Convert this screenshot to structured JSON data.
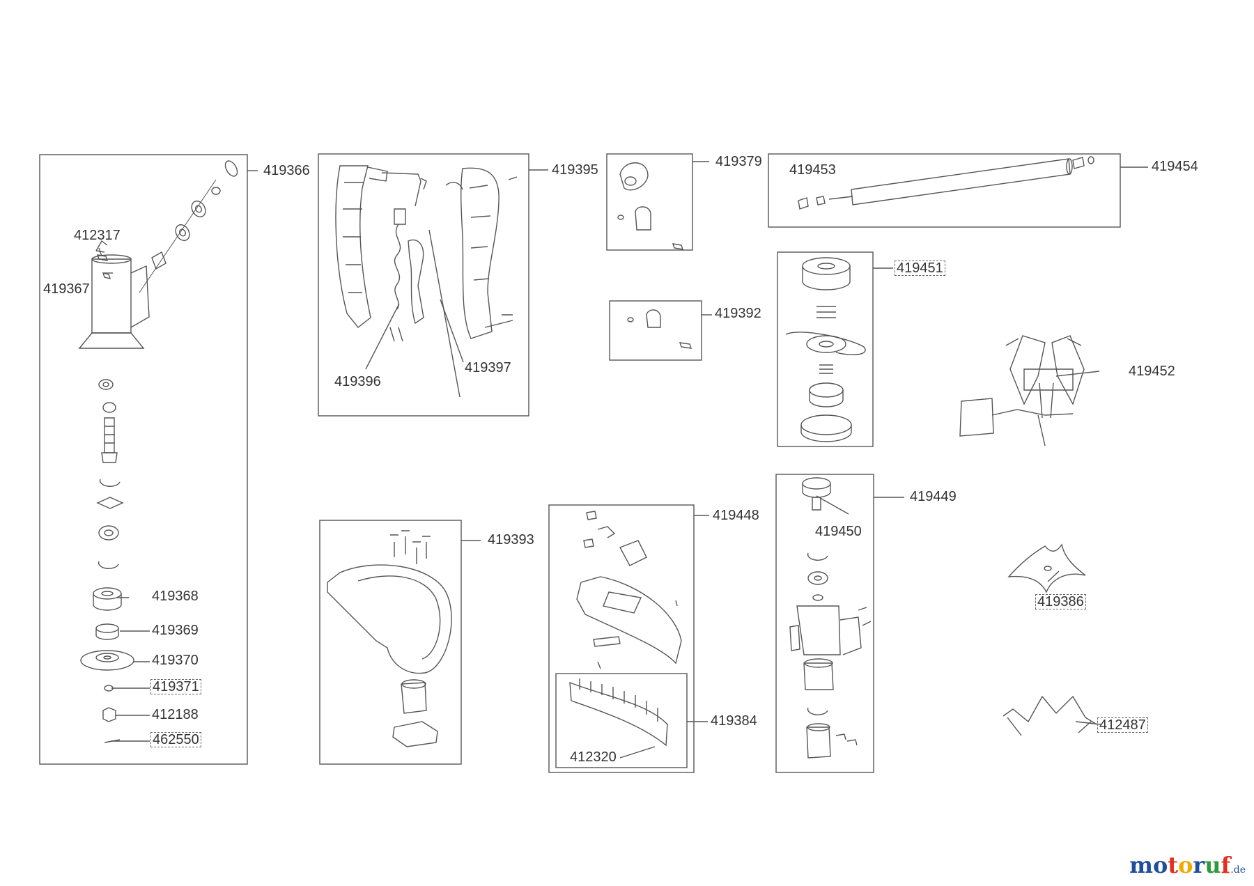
{
  "labels": {
    "l419366": "419366",
    "l412317": "412317",
    "l419367": "419367",
    "l419368": "419368",
    "l419369": "419369",
    "l419370": "419370",
    "l419371": "419371",
    "l412188": "412188",
    "l462550": "462550",
    "l419395": "419395",
    "l419396": "419396",
    "l419397": "419397",
    "l419379": "419379",
    "l419392": "419392",
    "l419453": "419453",
    "l419454": "419454",
    "l419451": "419451",
    "l419452": "419452",
    "l419393": "419393",
    "l419448": "419448",
    "l419384": "419384",
    "l412320": "412320",
    "l419449": "419449",
    "l419450": "419450",
    "l419386": "419386",
    "l412487": "412487"
  },
  "brand": {
    "letters": [
      "m",
      "o",
      "t",
      "o",
      "r",
      "u",
      "f"
    ],
    "letter_colors": [
      "#1f4e9c",
      "#1f4e9c",
      "#e0301e",
      "#f2a900",
      "#1f4e9c",
      "#2f9a3a",
      "#e0301e"
    ],
    "tld": ".de"
  }
}
